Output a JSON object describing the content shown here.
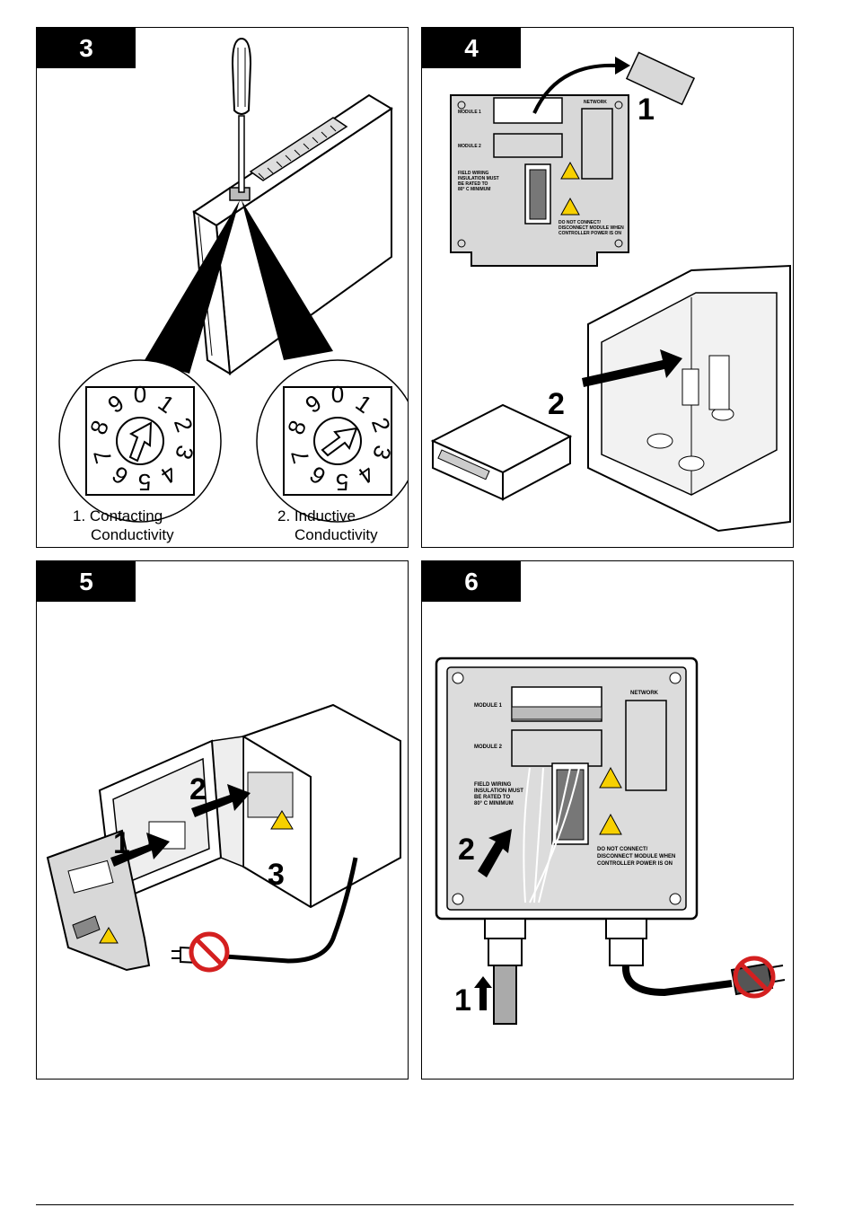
{
  "steps": [
    {
      "number": "3",
      "dial_digits": [
        "0",
        "1",
        "2",
        "3",
        "4",
        "5",
        "6",
        "7",
        "8",
        "9"
      ],
      "captions": [
        {
          "line1": "1. Contacting",
          "line2": "Conductivity"
        },
        {
          "line1": "2. Inductive",
          "line2": "Conductivity"
        }
      ]
    },
    {
      "number": "4",
      "panel_labels": {
        "module1": "MODULE 1",
        "module2": "MODULE 2",
        "network": "NETWORK",
        "field_wiring": [
          "FIELD WIRING",
          "INSULATION MUST",
          "BE RATED TO",
          "80° C MINIMUM"
        ],
        "warning": [
          "DO NOT CONNECT/",
          "DISCONNECT MODULE WHEN",
          "CONTROLLER POWER IS ON"
        ]
      },
      "callouts": [
        "1",
        "2"
      ]
    },
    {
      "number": "5",
      "callouts": [
        "1",
        "2",
        "3"
      ]
    },
    {
      "number": "6",
      "panel_labels": {
        "module1": "MODULE 1",
        "module2": "MODULE 2",
        "network": "NETWORK",
        "field_wiring": [
          "FIELD WIRING",
          "INSULATION MUST",
          "BE RATED TO",
          "80° C MINIMUM"
        ],
        "warning": [
          "DO NOT CONNECT/",
          "DISCONNECT MODULE WHEN",
          "CONTROLLER POWER IS ON"
        ]
      },
      "callouts": [
        "1",
        "2"
      ]
    }
  ],
  "icons": [
    "screwdriver-icon",
    "no-power-plug-icon",
    "high-voltage-warning-icon",
    "caution-warning-icon"
  ]
}
